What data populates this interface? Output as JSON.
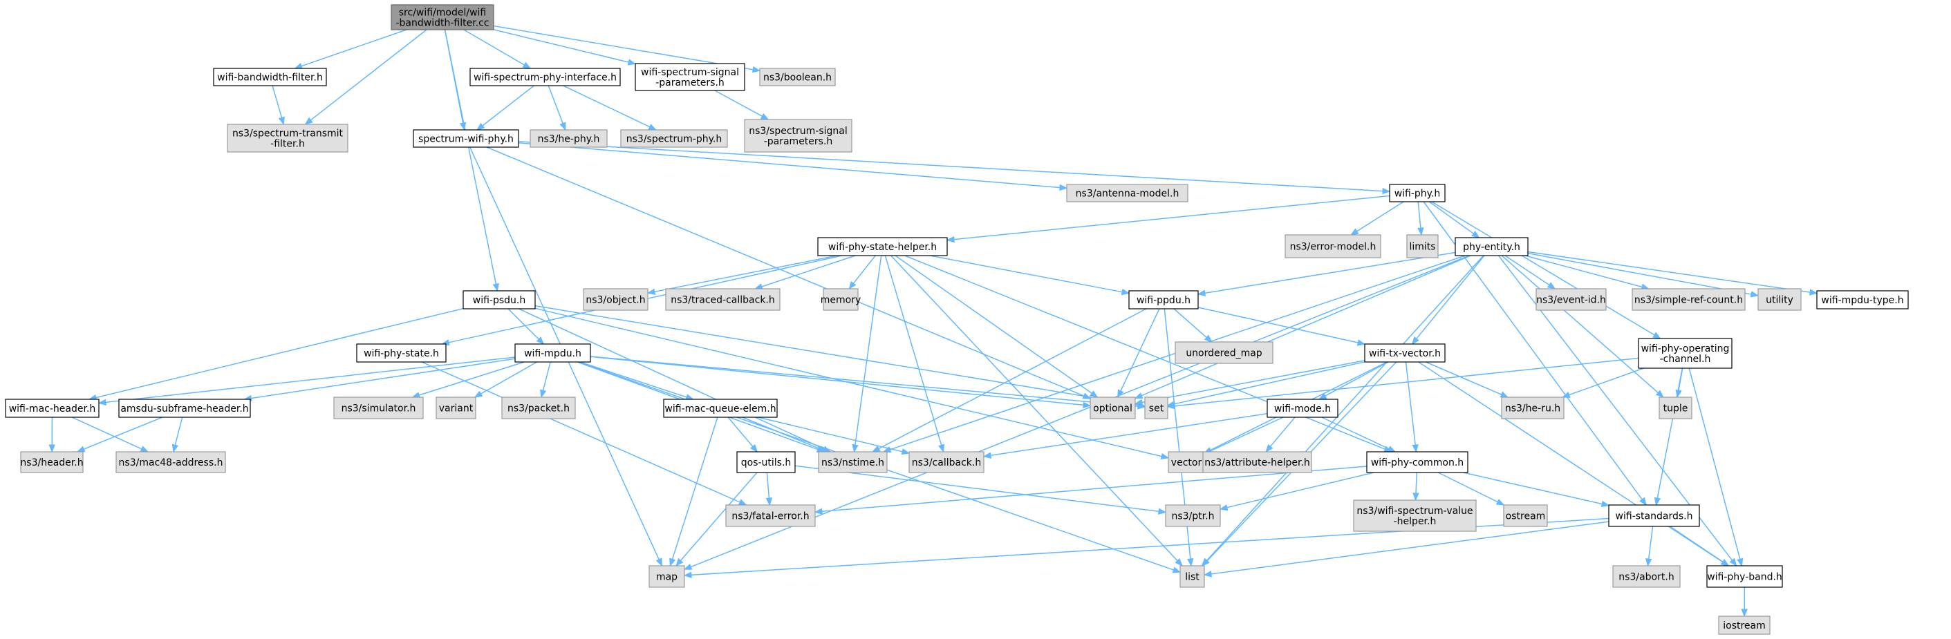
{
  "colors": {
    "root_fill": "#999999",
    "root_stroke": "#666666",
    "local_fill": "#ffffff",
    "local_stroke": "#000000",
    "external_fill": "#e0e0e0",
    "external_stroke": "#999999",
    "edge": "#63b8ff"
  },
  "diagram": {
    "nodes": [
      {
        "id": "root",
        "label": [
          "src/wifi/model/wifi",
          "-bandwidth-filter.cc"
        ],
        "kind": "root"
      },
      {
        "id": "bwf",
        "label": [
          "wifi-bandwidth-filter.h"
        ],
        "kind": "local"
      },
      {
        "id": "stf",
        "label": [
          "ns3/spectrum-transmit",
          "-filter.h"
        ],
        "kind": "external"
      },
      {
        "id": "spi",
        "label": [
          "wifi-spectrum-phy-interface.h"
        ],
        "kind": "local"
      },
      {
        "id": "ssp",
        "label": [
          "wifi-spectrum-signal",
          "-parameters.h"
        ],
        "kind": "local"
      },
      {
        "id": "bool",
        "label": [
          "ns3/boolean.h"
        ],
        "kind": "external"
      },
      {
        "id": "swp",
        "label": [
          "spectrum-wifi-phy.h"
        ],
        "kind": "local"
      },
      {
        "id": "hephy",
        "label": [
          "ns3/he-phy.h"
        ],
        "kind": "external"
      },
      {
        "id": "specphy",
        "label": [
          "ns3/spectrum-phy.h"
        ],
        "kind": "external"
      },
      {
        "id": "ssp2",
        "label": [
          "ns3/spectrum-signal",
          "-parameters.h"
        ],
        "kind": "external"
      },
      {
        "id": "ant",
        "label": [
          "ns3/antenna-model.h"
        ],
        "kind": "external"
      },
      {
        "id": "wphy",
        "label": [
          "wifi-phy.h"
        ],
        "kind": "local"
      },
      {
        "id": "psh",
        "label": [
          "wifi-phy-state-helper.h"
        ],
        "kind": "local"
      },
      {
        "id": "err",
        "label": [
          "ns3/error-model.h"
        ],
        "kind": "external"
      },
      {
        "id": "limits",
        "label": [
          "limits"
        ],
        "kind": "external"
      },
      {
        "id": "pent",
        "label": [
          "phy-entity.h"
        ],
        "kind": "local"
      },
      {
        "id": "psdu",
        "label": [
          "wifi-psdu.h"
        ],
        "kind": "local"
      },
      {
        "id": "obj",
        "label": [
          "ns3/object.h"
        ],
        "kind": "external"
      },
      {
        "id": "tcb",
        "label": [
          "ns3/traced-callback.h"
        ],
        "kind": "external"
      },
      {
        "id": "mem",
        "label": [
          "memory"
        ],
        "kind": "external"
      },
      {
        "id": "ppdu",
        "label": [
          "wifi-ppdu.h"
        ],
        "kind": "local"
      },
      {
        "id": "evid",
        "label": [
          "ns3/event-id.h"
        ],
        "kind": "external"
      },
      {
        "id": "srcnt",
        "label": [
          "ns3/simple-ref-count.h"
        ],
        "kind": "external"
      },
      {
        "id": "util",
        "label": [
          "utility"
        ],
        "kind": "external"
      },
      {
        "id": "mpdut",
        "label": [
          "wifi-mpdu-type.h"
        ],
        "kind": "local"
      },
      {
        "id": "pstate",
        "label": [
          "wifi-phy-state.h"
        ],
        "kind": "local"
      },
      {
        "id": "mpdu",
        "label": [
          "wifi-mpdu.h"
        ],
        "kind": "local"
      },
      {
        "id": "umap",
        "label": [
          "unordered_map"
        ],
        "kind": "external"
      },
      {
        "id": "txv",
        "label": [
          "wifi-tx-vector.h"
        ],
        "kind": "local"
      },
      {
        "id": "poc",
        "label": [
          "wifi-phy-operating",
          "-channel.h"
        ],
        "kind": "local"
      },
      {
        "id": "mach",
        "label": [
          "wifi-mac-header.h"
        ],
        "kind": "local"
      },
      {
        "id": "amsdu",
        "label": [
          "amsdu-subframe-header.h"
        ],
        "kind": "local"
      },
      {
        "id": "sim",
        "label": [
          "ns3/simulator.h"
        ],
        "kind": "external"
      },
      {
        "id": "variant",
        "label": [
          "variant"
        ],
        "kind": "external"
      },
      {
        "id": "packet",
        "label": [
          "ns3/packet.h"
        ],
        "kind": "external"
      },
      {
        "id": "mqe",
        "label": [
          "wifi-mac-queue-elem.h"
        ],
        "kind": "local"
      },
      {
        "id": "optional",
        "label": [
          "optional"
        ],
        "kind": "external"
      },
      {
        "id": "set",
        "label": [
          "set"
        ],
        "kind": "external"
      },
      {
        "id": "wmode",
        "label": [
          "wifi-mode.h"
        ],
        "kind": "local"
      },
      {
        "id": "heru",
        "label": [
          "ns3/he-ru.h"
        ],
        "kind": "external"
      },
      {
        "id": "tuple",
        "label": [
          "tuple"
        ],
        "kind": "external"
      },
      {
        "id": "header",
        "label": [
          "ns3/header.h"
        ],
        "kind": "external"
      },
      {
        "id": "mac48",
        "label": [
          "ns3/mac48-address.h"
        ],
        "kind": "external"
      },
      {
        "id": "nstime",
        "label": [
          "ns3/nstime.h"
        ],
        "kind": "external"
      },
      {
        "id": "callback",
        "label": [
          "ns3/callback.h"
        ],
        "kind": "external"
      },
      {
        "id": "vector",
        "label": [
          "vector"
        ],
        "kind": "external"
      },
      {
        "id": "attrh",
        "label": [
          "ns3/attribute-helper.h"
        ],
        "kind": "external"
      },
      {
        "id": "pcommon",
        "label": [
          "wifi-phy-common.h"
        ],
        "kind": "local"
      },
      {
        "id": "qos",
        "label": [
          "qos-utils.h"
        ],
        "kind": "local"
      },
      {
        "id": "fatal",
        "label": [
          "ns3/fatal-error.h"
        ],
        "kind": "external"
      },
      {
        "id": "ptr",
        "label": [
          "ns3/ptr.h"
        ],
        "kind": "external"
      },
      {
        "id": "wsvh",
        "label": [
          "ns3/wifi-spectrum-value",
          "-helper.h"
        ],
        "kind": "external"
      },
      {
        "id": "ostream",
        "label": [
          "ostream"
        ],
        "kind": "external"
      },
      {
        "id": "wstd",
        "label": [
          "wifi-standards.h"
        ],
        "kind": "local"
      },
      {
        "id": "map",
        "label": [
          "map"
        ],
        "kind": "external"
      },
      {
        "id": "list",
        "label": [
          "list"
        ],
        "kind": "external"
      },
      {
        "id": "abort",
        "label": [
          "ns3/abort.h"
        ],
        "kind": "external"
      },
      {
        "id": "band",
        "label": [
          "wifi-phy-band.h"
        ],
        "kind": "local"
      },
      {
        "id": "iostream",
        "label": [
          "iostream"
        ],
        "kind": "external"
      }
    ],
    "edges": [
      [
        "root",
        "bwf"
      ],
      [
        "root",
        "stf"
      ],
      [
        "root",
        "spi"
      ],
      [
        "root",
        "ssp"
      ],
      [
        "root",
        "bool"
      ],
      [
        "root",
        "swp"
      ],
      [
        "root",
        "psdu"
      ],
      [
        "bwf",
        "stf"
      ],
      [
        "spi",
        "swp"
      ],
      [
        "spi",
        "hephy"
      ],
      [
        "spi",
        "specphy"
      ],
      [
        "ssp",
        "ssp2"
      ],
      [
        "swp",
        "ant"
      ],
      [
        "swp",
        "wphy"
      ],
      [
        "swp",
        "optional"
      ],
      [
        "swp",
        "map"
      ],
      [
        "wphy",
        "psh"
      ],
      [
        "wphy",
        "err"
      ],
      [
        "wphy",
        "limits"
      ],
      [
        "wphy",
        "pent"
      ],
      [
        "wphy",
        "poc"
      ],
      [
        "wphy",
        "wstd"
      ],
      [
        "psh",
        "obj"
      ],
      [
        "psh",
        "tcb"
      ],
      [
        "psh",
        "mem"
      ],
      [
        "psh",
        "ppdu"
      ],
      [
        "psh",
        "pstate"
      ],
      [
        "psh",
        "callback"
      ],
      [
        "psh",
        "list"
      ],
      [
        "psh",
        "pcommon"
      ],
      [
        "psh",
        "optional"
      ],
      [
        "psh",
        "nstime"
      ],
      [
        "pent",
        "ppdu"
      ],
      [
        "pent",
        "txv"
      ],
      [
        "pent",
        "evid"
      ],
      [
        "pent",
        "srcnt"
      ],
      [
        "pent",
        "util"
      ],
      [
        "pent",
        "mpdut"
      ],
      [
        "pent",
        "optional"
      ],
      [
        "pent",
        "nstime"
      ],
      [
        "pent",
        "map"
      ],
      [
        "pent",
        "list"
      ],
      [
        "pent",
        "tuple"
      ],
      [
        "pent",
        "band"
      ],
      [
        "psdu",
        "mpdu"
      ],
      [
        "psdu",
        "mach"
      ],
      [
        "psdu",
        "nstime"
      ],
      [
        "psdu",
        "set"
      ],
      [
        "psdu",
        "vector"
      ],
      [
        "ppdu",
        "txv"
      ],
      [
        "ppdu",
        "umap"
      ],
      [
        "ppdu",
        "optional"
      ],
      [
        "ppdu",
        "nstime"
      ],
      [
        "ppdu",
        "list"
      ],
      [
        "pstate",
        "fatal"
      ],
      [
        "mpdu",
        "mach"
      ],
      [
        "mpdu",
        "amsdu"
      ],
      [
        "mpdu",
        "sim"
      ],
      [
        "mpdu",
        "variant"
      ],
      [
        "mpdu",
        "packet"
      ],
      [
        "mpdu",
        "mqe"
      ],
      [
        "mpdu",
        "optional"
      ],
      [
        "mpdu",
        "set"
      ],
      [
        "mpdu",
        "list"
      ],
      [
        "mpdu",
        "nstime"
      ],
      [
        "txv",
        "wmode"
      ],
      [
        "txv",
        "heru"
      ],
      [
        "txv",
        "optional"
      ],
      [
        "txv",
        "set"
      ],
      [
        "txv",
        "vector"
      ],
      [
        "txv",
        "pcommon"
      ],
      [
        "txv",
        "list"
      ],
      [
        "txv",
        "band"
      ],
      [
        "poc",
        "heru"
      ],
      [
        "poc",
        "tuple"
      ],
      [
        "poc",
        "set"
      ],
      [
        "poc",
        "wstd"
      ],
      [
        "poc",
        "band"
      ],
      [
        "mach",
        "header"
      ],
      [
        "mach",
        "mac48"
      ],
      [
        "amsdu",
        "header"
      ],
      [
        "amsdu",
        "mac48"
      ],
      [
        "mqe",
        "nstime"
      ],
      [
        "mqe",
        "callback"
      ],
      [
        "mqe",
        "qos"
      ],
      [
        "mqe",
        "map"
      ],
      [
        "wmode",
        "callback"
      ],
      [
        "wmode",
        "vector"
      ],
      [
        "wmode",
        "attrh"
      ],
      [
        "wmode",
        "pcommon"
      ],
      [
        "pcommon",
        "fatal"
      ],
      [
        "pcommon",
        "ptr"
      ],
      [
        "pcommon",
        "wsvh"
      ],
      [
        "pcommon",
        "ostream"
      ],
      [
        "pcommon",
        "wstd"
      ],
      [
        "qos",
        "fatal"
      ],
      [
        "qos",
        "ptr"
      ],
      [
        "qos",
        "map"
      ],
      [
        "wstd",
        "map"
      ],
      [
        "wstd",
        "list"
      ],
      [
        "wstd",
        "abort"
      ],
      [
        "wstd",
        "band"
      ],
      [
        "band",
        "iostream"
      ]
    ]
  }
}
